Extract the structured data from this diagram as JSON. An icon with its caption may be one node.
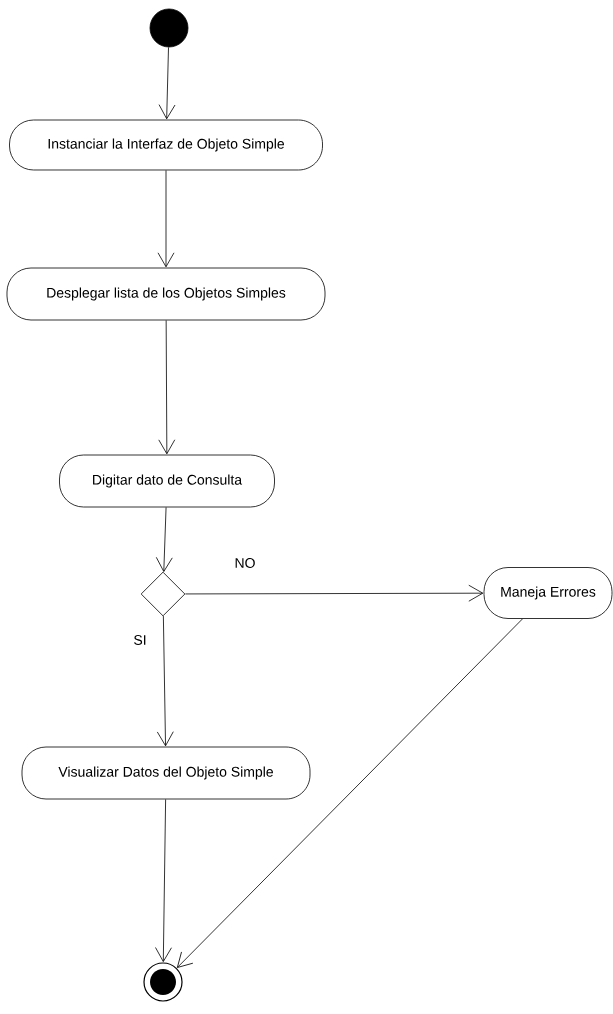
{
  "diagram": {
    "nodes": [
      {
        "text": [],
        "shape": "circle"
      },
      {
        "text": [
          "Instanciar la Interfaz de Objeto Simple"
        ]
      },
      {
        "text": [
          "Desplegar lista de los Objetos Simples"
        ]
      },
      {
        "text": [
          "Digitar dato de Consulta"
        ]
      },
      {
        "text": [],
        "shape": "diamond"
      },
      {
        "text": [
          "Maneja Errores"
        ]
      },
      {
        "text": [
          "Visualizar Datos del Objeto Simple"
        ]
      },
      {
        "text": [],
        "shape": "bullseye"
      }
    ],
    "edges": [
      {
        "from": 0,
        "to": 1,
        "arrow": "to"
      },
      {
        "from": 1,
        "to": 2,
        "arrow": "to"
      },
      {
        "from": 2,
        "to": 3,
        "arrow": "to"
      },
      {
        "from": 3,
        "to": 4,
        "arrow": "to"
      },
      {
        "from": 4,
        "to": 5,
        "arrow": "to",
        "label": "NO"
      },
      {
        "from": 4,
        "to": 6,
        "arrow": "to",
        "label": "SI"
      },
      {
        "from": 6,
        "to": 7,
        "arrow": "to"
      },
      {
        "from": 5,
        "to": 7,
        "arrow": "to"
      }
    ]
  }
}
